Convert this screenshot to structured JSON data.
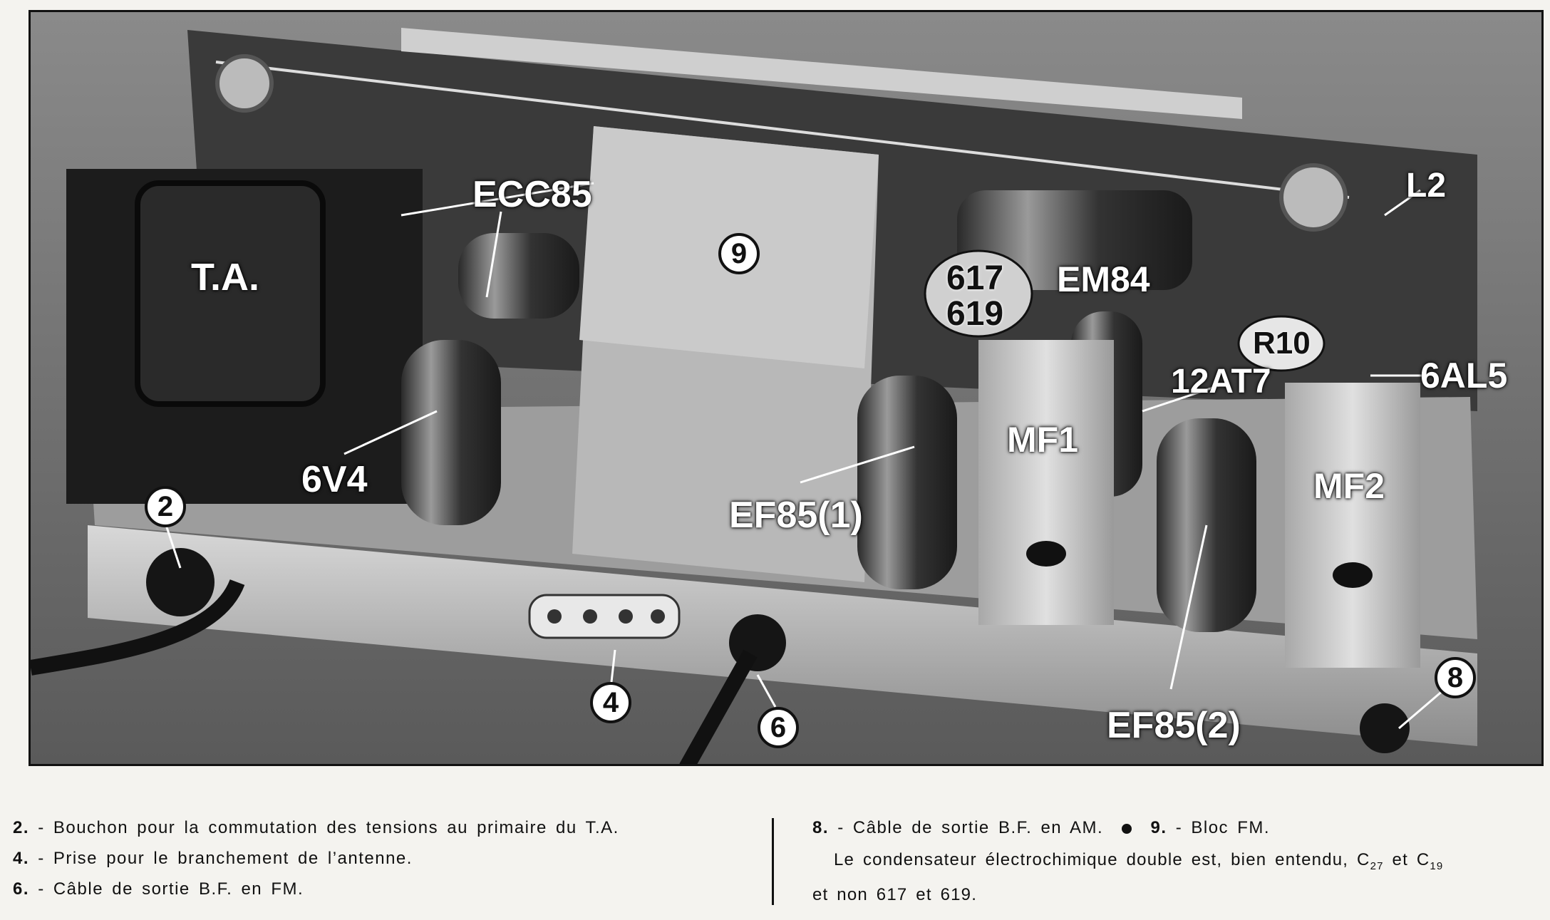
{
  "photo": {
    "tube_labels": {
      "ecc85": "ECC85",
      "ta": "T.A.",
      "v6v4": "6V4",
      "em84": "EM84",
      "l2": "L2",
      "c617": "617",
      "c619": "619",
      "r10": "R10",
      "at7": "12AT7",
      "al5": "6AL5",
      "mf1": "MF1",
      "mf2": "MF2",
      "ef85_1": "EF85(1)",
      "ef85_2": "EF85(2)"
    },
    "callouts": {
      "n2": "2",
      "n4": "4",
      "n6": "6",
      "n8": "8",
      "n9": "9"
    }
  },
  "captions": {
    "left": [
      {
        "num": "2.",
        "text": "- Bouchon pour la commutation des tensions au primaire du T.A."
      },
      {
        "num": "4.",
        "text": "- Prise pour le branchement de l’antenne."
      },
      {
        "num": "6.",
        "text": "- Câble de sortie B.F. en FM."
      }
    ],
    "right_line": {
      "num_a": "8.",
      "text_a": "- Câble de sortie B.F. en AM.",
      "num_b": "9.",
      "text_b": "- Bloc FM."
    },
    "note_1": "Le condensateur électrochimique double est, bien entendu, C",
    "note_sub1": "27",
    "note_mid": " et C",
    "note_sub2": "19",
    "note_2": "et non 617 et 619."
  }
}
